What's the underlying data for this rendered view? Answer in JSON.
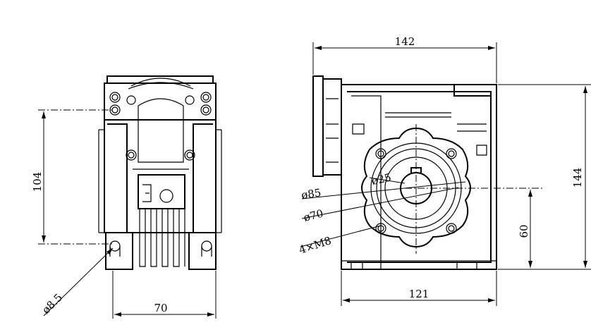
{
  "drawing": {
    "front_view": {
      "dim_width": "70",
      "dim_height": "104",
      "dim_hole": "ø8.5"
    },
    "side_view": {
      "dim_total_width": "142",
      "dim_base_width": "121",
      "dim_total_height": "144",
      "dim_center_height": "60",
      "dim_bore": "ø25",
      "dim_pcd_outer": "ø85",
      "dim_pcd_inner": "ø70",
      "dim_threads": "4×M8"
    }
  }
}
